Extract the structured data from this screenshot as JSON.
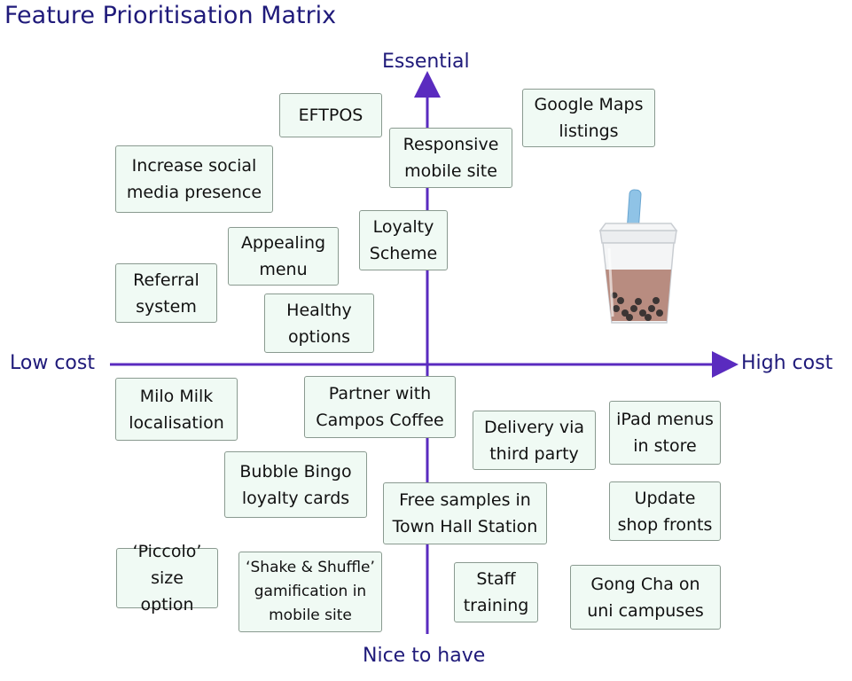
{
  "title": "Feature Prioritisation Matrix",
  "axes": {
    "top": "Essential",
    "bottom": "Nice to have",
    "left": "Low cost",
    "right": "High cost",
    "color": "#5a2bbf"
  },
  "cards": [
    {
      "id": "eftpos",
      "label": "EFTPOS"
    },
    {
      "id": "google-maps",
      "label": "Google Maps\nlistings"
    },
    {
      "id": "responsive-site",
      "label": "Responsive\nmobile site"
    },
    {
      "id": "social-media",
      "label": "Increase social\nmedia presence"
    },
    {
      "id": "appealing-menu",
      "label": "Appealing\nmenu"
    },
    {
      "id": "loyalty-scheme",
      "label": "Loyalty\nScheme"
    },
    {
      "id": "referral",
      "label": "Referral\nsystem"
    },
    {
      "id": "healthy",
      "label": "Healthy\noptions"
    },
    {
      "id": "milo",
      "label": "Milo Milk\nlocalisation"
    },
    {
      "id": "campos",
      "label": "Partner with\nCampos Coffee"
    },
    {
      "id": "delivery",
      "label": "Delivery via\nthird party"
    },
    {
      "id": "ipad",
      "label": "iPad menus\nin store"
    },
    {
      "id": "bingo",
      "label": "Bubble Bingo\nloyalty cards"
    },
    {
      "id": "samples",
      "label": "Free samples in\nTown Hall Station"
    },
    {
      "id": "shopfronts",
      "label": "Update\nshop fronts"
    },
    {
      "id": "piccolo",
      "label": "‘Piccolo’\nsize option"
    },
    {
      "id": "shake",
      "label": "‘Shake & Shuffle’\ngamification in\nmobile site"
    },
    {
      "id": "staff",
      "label": "Staff\ntraining"
    },
    {
      "id": "gongcha",
      "label": "Gong Cha on\nuni campuses"
    }
  ],
  "image": {
    "name": "bubble-tea-cup-icon"
  }
}
